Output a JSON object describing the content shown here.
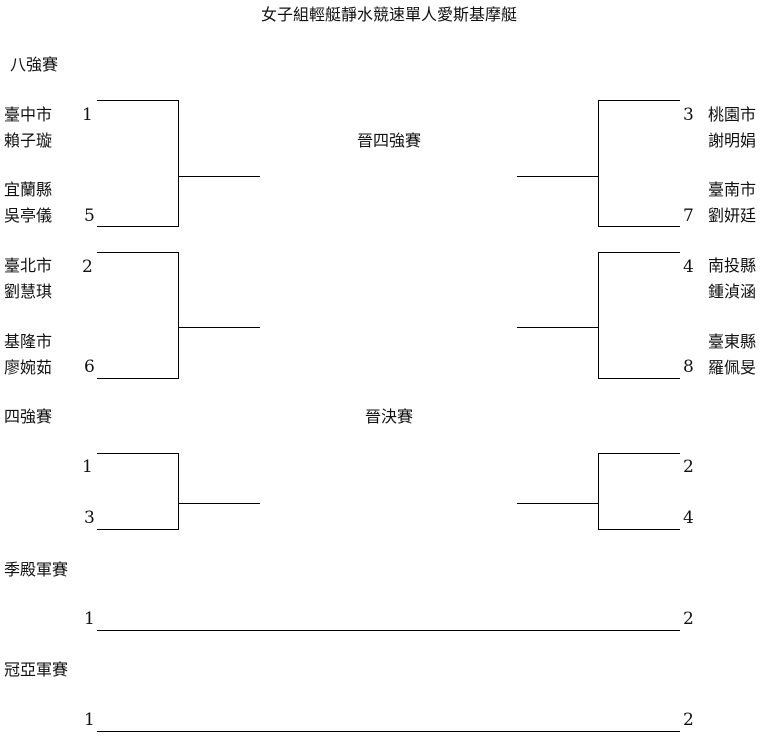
{
  "title": "女子組輕艇靜水競速單人愛斯基摩艇",
  "rounds": {
    "quarterfinal": "八強賽",
    "advance_semifinal": "晉四強賽",
    "semifinal": "四強賽",
    "advance_final": "晉決賽",
    "third_place": "季殿軍賽",
    "final": "冠亞軍賽"
  },
  "quarterfinal": {
    "left": [
      {
        "seed": "1",
        "team": "臺中市",
        "player": "賴子璇"
      },
      {
        "seed": "5",
        "team": "宜蘭縣",
        "player": "吳亭儀"
      },
      {
        "seed": "2",
        "team": "臺北市",
        "player": "劉慧琪"
      },
      {
        "seed": "6",
        "team": "基隆市",
        "player": "廖婉茹"
      }
    ],
    "right": [
      {
        "seed": "3",
        "team": "桃園市",
        "player": "謝明娟"
      },
      {
        "seed": "7",
        "team": "臺南市",
        "player": "劉妍廷"
      },
      {
        "seed": "4",
        "team": "南投縣",
        "player": "鍾湞涵"
      },
      {
        "seed": "8",
        "team": "臺東縣",
        "player": "羅佩旻"
      }
    ]
  },
  "semifinal": {
    "left": [
      "1",
      "3"
    ],
    "right": [
      "2",
      "4"
    ]
  },
  "third_place": {
    "left": "1",
    "right": "2"
  },
  "final": {
    "left": "1",
    "right": "2"
  }
}
